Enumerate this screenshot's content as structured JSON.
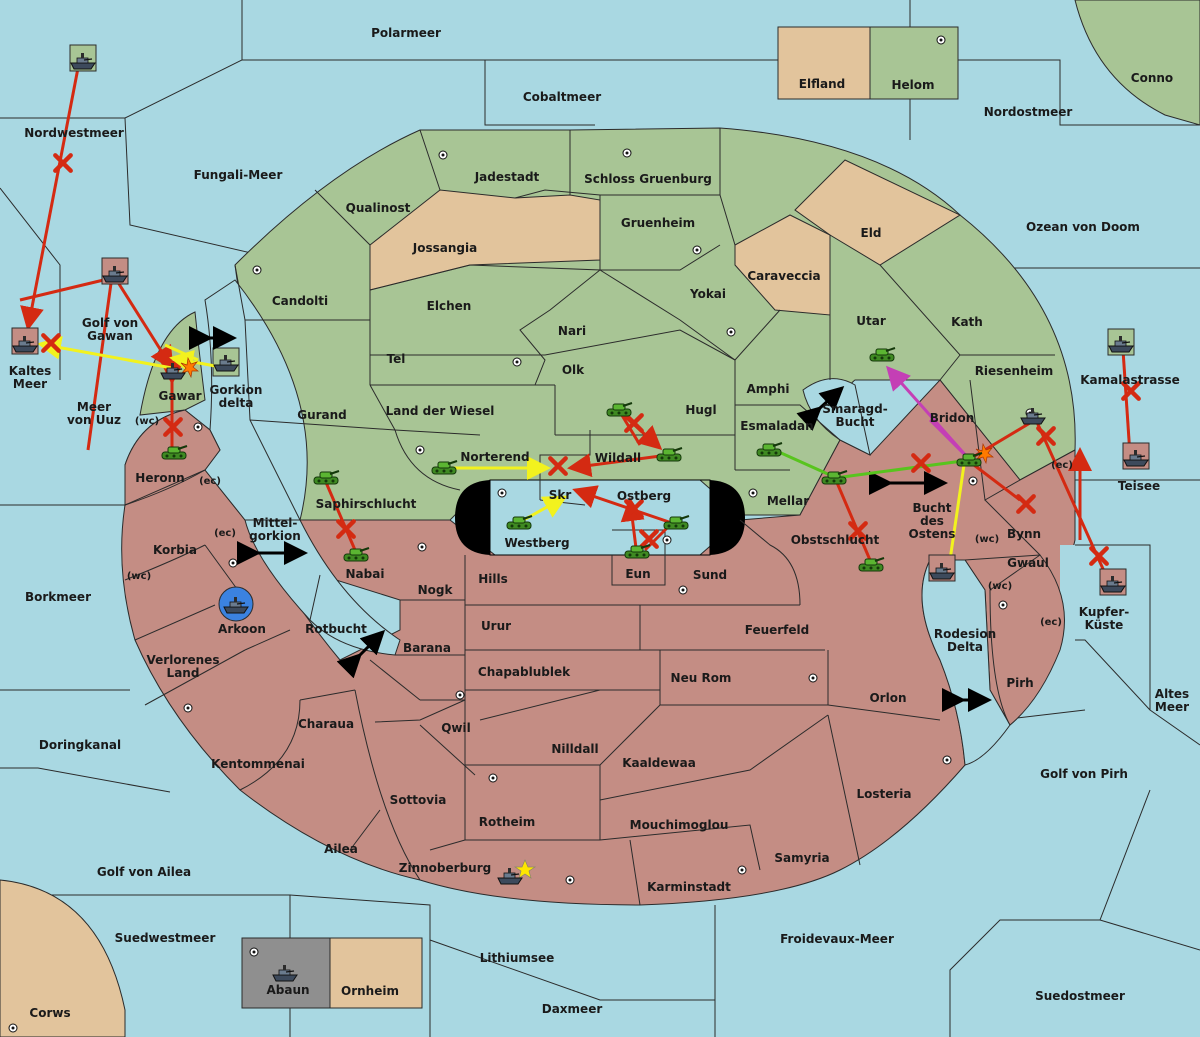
{
  "colors": {
    "sea": "#a9d8e2",
    "green_land": "#a8c595",
    "red_land": "#c48d84",
    "tan_land": "#e2c49c",
    "neutral_land": "#8f8f8f",
    "border": "#2b2b2b",
    "move_red": "#d42a12",
    "move_yellow": "#f2f21e",
    "move_green": "#58c41e",
    "move_magenta": "#c43fb5"
  },
  "territories": {
    "polarmeer": "Polarmeer",
    "cobaltmeer": "Cobaltmeer",
    "nordostmeer": "Nordostmeer",
    "conno": "Conno",
    "elfland": "Elfland",
    "helom": "Helom",
    "nordwestmeer": "Nordwestmeer",
    "fungali_meer": "Fungali-Meer",
    "ozean_von_doom": "Ozean von Doom",
    "jadestadt": "Jadestadt",
    "schloss_gruenburg": "Schloss Gruenburg",
    "qualinost": "Qualinost",
    "gruenheim": "Gruenheim",
    "jossangia": "Jossangia",
    "eld": "Eld",
    "caraveccia": "Caraveccia",
    "candolti": "Candolti",
    "elchen": "Elchen",
    "yokai": "Yokai",
    "nari": "Nari",
    "utar": "Utar",
    "kath": "Kath",
    "golf_von_gawan": "Golf von\nGawan",
    "kaltes_meer": "Kaltes\nMeer",
    "tel": "Tel",
    "olk": "Olk",
    "riesenheim": "Riesenheim",
    "kamalastrasse": "Kamalastrasse",
    "amphi": "Amphi",
    "gawar": "Gawar",
    "gorkion_delta": "Gorkion\ndelta",
    "meer_von_uuz": "Meer\nvon Uuz",
    "gurand": "Gurand",
    "land_der_wiesel": "Land der Wiesel",
    "hugl": "Hugl",
    "smaragd_bucht": "Smaragd-\nBucht",
    "bridon": "Bridon",
    "esmaladan": "Esmaladan",
    "heronn": "Heronn",
    "norterend": "Norterend",
    "wildall": "Wildall",
    "teisee": "Teisee",
    "saphirschlucht": "Saphirschlucht",
    "skr": "Skr",
    "ostberg": "Ostberg",
    "mellar": "Mellar",
    "bucht_des_ostens": "Bucht\ndes\nOstens",
    "bynn": "Bynn",
    "mittelgorkion": "Mittel-\ngorkion",
    "korbia": "Korbia",
    "westberg": "Westberg",
    "obstschlucht": "Obstschlucht",
    "gwaul": "Gwaul",
    "nabai": "Nabai",
    "hills": "Hills",
    "eun": "Eun",
    "sund": "Sund",
    "nogk": "Nogk",
    "borkmeer": "Borkmeer",
    "kupfer_kueste": "Kupfer-\nKüste",
    "arkoon": "Arkoon",
    "urur": "Urur",
    "feuerfeld": "Feuerfeld",
    "rotbucht": "Rotbucht",
    "rodesion_delta": "Rodesion\nDelta",
    "barana": "Barana",
    "verlorenes_land": "Verlorenes\nLand",
    "chapablublek": "Chapablublek",
    "neu_rom": "Neu Rom",
    "pirh": "Pirh",
    "altes_meer": "Altes\nMeer",
    "orlon": "Orlon",
    "charaua": "Charaua",
    "qwil": "Qwil",
    "doringkanal": "Doringkanal",
    "nilldall": "Nilldall",
    "kaaldewaa": "Kaaldewaa",
    "kentommenai": "Kentommenai",
    "golf_von_pirh": "Golf von Pirh",
    "sottovia": "Sottovia",
    "losteria": "Losteria",
    "rotheim": "Rotheim",
    "mouchimoglou": "Mouchimoglou",
    "ailea": "Ailea",
    "samyria": "Samyria",
    "zinnoberburg": "Zinnoberburg",
    "golf_von_ailea": "Golf von Ailea",
    "karminstadt": "Karminstadt",
    "suedwestmeer": "Suedwestmeer",
    "froidevaux_meer": "Froidevaux-Meer",
    "lithiumsee": "Lithiumsee",
    "abaun": "Abaun",
    "ornheim": "Ornheim",
    "suedostmeer": "Suedostmeer",
    "daxmeer": "Daxmeer",
    "corws": "Corws"
  },
  "coast_markers": {
    "heronn_wc": "(wc)",
    "heronn_ec": "(ec)",
    "korbia_ec": "(ec)",
    "korbia_wc": "(wc)",
    "bynn_wc": "(wc)",
    "gwaul_wc": "(wc)",
    "gwaul_ec": "(ec)",
    "teisee_ec": "(ec)"
  },
  "units": [
    {
      "id": "fleet-nordwestmeer",
      "kind": "fleet",
      "owner": "green",
      "territory": "Nordwestmeer"
    },
    {
      "id": "fleet-golf-von-gawan",
      "kind": "fleet",
      "owner": "red",
      "territory": "Golf von Gawan"
    },
    {
      "id": "fleet-kaltes-meer",
      "kind": "fleet",
      "owner": "red",
      "territory": "Kaltes Meer"
    },
    {
      "id": "fleet-gawar",
      "kind": "fleet",
      "owner": "green",
      "territory": "Gawar"
    },
    {
      "id": "fleet-gorkion-delta",
      "kind": "fleet",
      "owner": "green",
      "territory": "Gorkion delta"
    },
    {
      "id": "army-heronn",
      "kind": "army",
      "owner": "green",
      "territory": "Heronn"
    },
    {
      "id": "army-saphirschlucht",
      "kind": "army",
      "owner": "green",
      "territory": "Saphirschlucht"
    },
    {
      "id": "army-nabai",
      "kind": "army",
      "owner": "green",
      "territory": "Nabai"
    },
    {
      "id": "army-norterend",
      "kind": "army",
      "owner": "green",
      "territory": "Norterend"
    },
    {
      "id": "army-westberg",
      "kind": "army",
      "owner": "green",
      "territory": "Westberg"
    },
    {
      "id": "army-hugl",
      "kind": "army",
      "owner": "green",
      "territory": "Hugl"
    },
    {
      "id": "army-wildall",
      "kind": "army",
      "owner": "green",
      "territory": "Wildall"
    },
    {
      "id": "army-ostberg",
      "kind": "army",
      "owner": "green",
      "territory": "Ostberg"
    },
    {
      "id": "army-eun",
      "kind": "army",
      "owner": "green",
      "territory": "Eun"
    },
    {
      "id": "army-esmaladan",
      "kind": "army",
      "owner": "green",
      "territory": "Esmaladan"
    },
    {
      "id": "army-mellar",
      "kind": "army",
      "owner": "green",
      "territory": "Mellar"
    },
    {
      "id": "army-obstschlucht",
      "kind": "army",
      "owner": "green",
      "territory": "Obstschlucht"
    },
    {
      "id": "army-utar",
      "kind": "army",
      "owner": "green",
      "territory": "Utar"
    },
    {
      "id": "army-bridon",
      "kind": "army",
      "owner": "green",
      "territory": "Bridon"
    },
    {
      "id": "fleet-riesenheim",
      "kind": "fleet",
      "owner": "green",
      "territory": "Riesenheim"
    },
    {
      "id": "fleet-bucht-des-ostens",
      "kind": "fleet",
      "owner": "red",
      "territory": "Bucht des Ostens"
    },
    {
      "id": "fleet-kamalastrasse",
      "kind": "fleet",
      "owner": "green",
      "territory": "Kamalastrasse"
    },
    {
      "id": "fleet-teisee",
      "kind": "fleet",
      "owner": "red",
      "territory": "Teisee"
    },
    {
      "id": "fleet-kupfer-kueste",
      "kind": "fleet",
      "owner": "red",
      "territory": "Kupfer-Küste"
    },
    {
      "id": "fleet-arkoon",
      "kind": "fleet",
      "owner": "blue",
      "territory": "Arkoon"
    },
    {
      "id": "fleet-zinnoberburg",
      "kind": "fleet",
      "owner": "red",
      "territory": "Zinnoberburg"
    },
    {
      "id": "fleet-abaun",
      "kind": "fleet",
      "owner": "neutral",
      "territory": "Abaun"
    }
  ]
}
